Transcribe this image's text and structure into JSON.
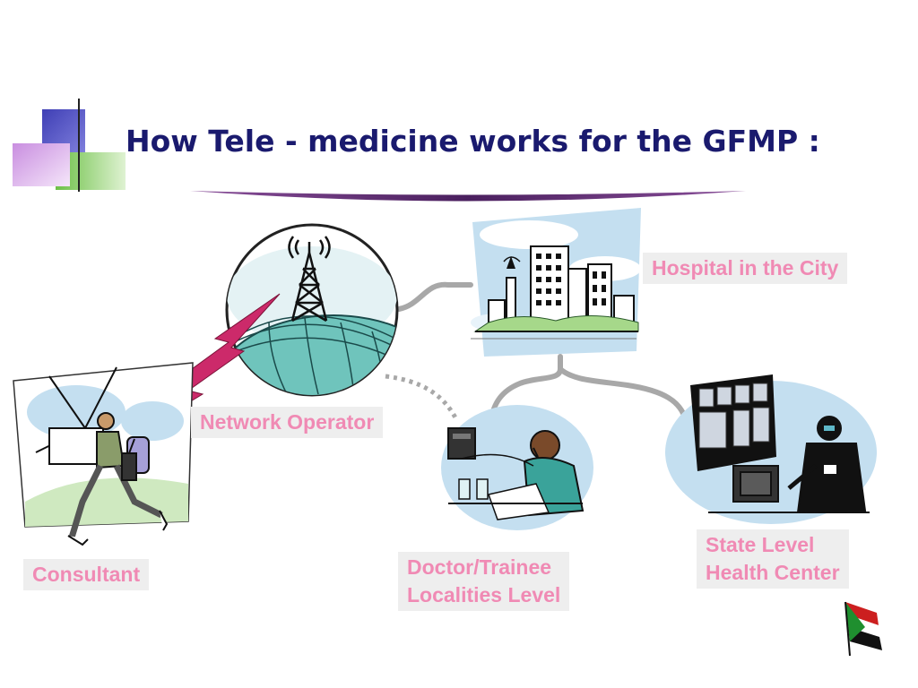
{
  "slide": {
    "title": "How Tele - medicine works for the GFMP :"
  },
  "nodes": {
    "hospital": {
      "label": "Hospital in the City"
    },
    "network": {
      "label": "Network Operator"
    },
    "consultant": {
      "label": "Consultant"
    },
    "doctor": {
      "label_line1": "Doctor/Trainee",
      "label_line2": "Localities Level"
    },
    "state": {
      "label_line1": "State Level",
      "label_line2": "Health Center"
    }
  },
  "colors": {
    "title": "#1a1a6e",
    "label_text": "#f08ab4",
    "label_bg": "#eeeeee",
    "deco_blue": "#4f4fc0",
    "deco_green": "#8fd06a",
    "deco_pink": "#d9a6e6",
    "flag_red": "#cc1f1f",
    "flag_green": "#1f8f2f"
  },
  "icons": [
    "title-decoration-icon",
    "radio-tower-icon",
    "city-skyline-icon",
    "running-man-icon",
    "doctor-phone-icon",
    "xray-monitor-icon",
    "sudan-flag-icon"
  ]
}
